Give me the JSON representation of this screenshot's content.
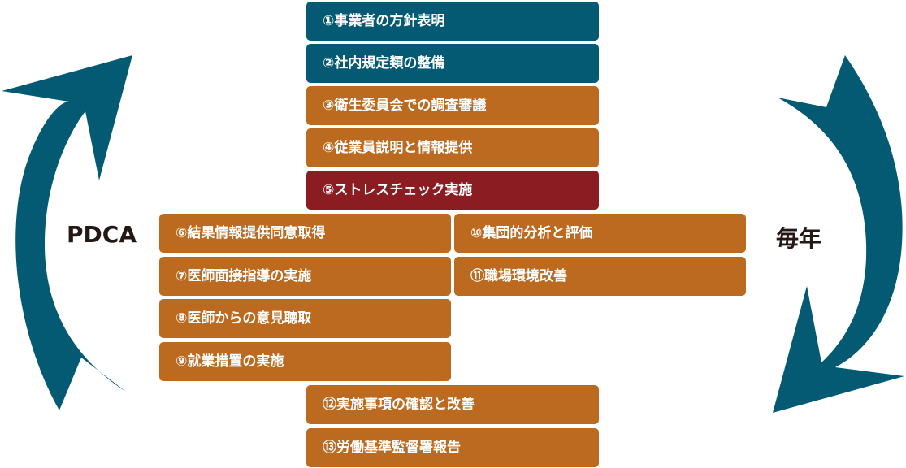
{
  "diagram": {
    "left_label": "PDCA",
    "right_label": "毎年",
    "colors": {
      "teal": "#045a73",
      "orange": "#bb6a1f",
      "red": "#8a1c22",
      "text_dark": "#231815"
    },
    "steps": [
      {
        "id": 1,
        "label": "①事業者の方針表明",
        "color": "teal"
      },
      {
        "id": 2,
        "label": "②社内規定類の整備",
        "color": "teal"
      },
      {
        "id": 3,
        "label": "③衛生委員会での調査審議",
        "color": "orange"
      },
      {
        "id": 4,
        "label": "④従業員説明と情報提供",
        "color": "orange"
      },
      {
        "id": 5,
        "label": "⑤ストレスチェック実施",
        "color": "red"
      },
      {
        "id": 6,
        "label": "⑥結果情報提供同意取得",
        "color": "orange"
      },
      {
        "id": 7,
        "label": "⑦医師面接指導の実施",
        "color": "orange"
      },
      {
        "id": 8,
        "label": "⑧医師からの意見聴取",
        "color": "orange"
      },
      {
        "id": 9,
        "label": "⑨就業措置の実施",
        "color": "orange"
      },
      {
        "id": 10,
        "label": "⑩集団的分析と評価",
        "color": "orange"
      },
      {
        "id": 11,
        "label": "⑪職場環境改善",
        "color": "orange"
      },
      {
        "id": 12,
        "label": "⑫実施事項の確認と改善",
        "color": "orange"
      },
      {
        "id": 13,
        "label": "⑬労働基準監督署報告",
        "color": "orange"
      }
    ],
    "icons": {
      "left_arrow": "curved-arrow-up",
      "right_arrow": "curved-arrow-down"
    }
  }
}
